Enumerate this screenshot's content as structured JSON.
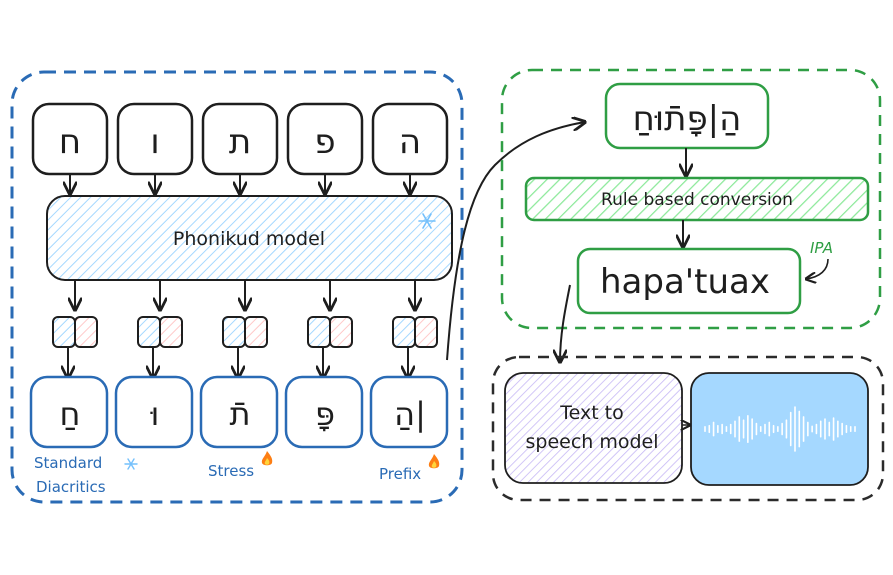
{
  "colors": {
    "blue_group": "#2a6bb5",
    "green_group": "#2f9e44",
    "dark_group": "#2b2b2b",
    "stroke": "#1e1e1e",
    "model_fill": "#a5d8ff",
    "rule_fill": "#b2f2bb",
    "tts_fill": "#d0bfff",
    "audio_fill": "#a5d8ff",
    "pink_hatch": "#ffc9c9"
  },
  "left_group": {
    "input_letters": [
      "ח",
      "ו",
      "ת",
      "פ",
      "ה"
    ],
    "model_label": "Phonikud model",
    "model_icon": "snowflake-icon",
    "output_letters": [
      "חַ",
      "וּ",
      "תֿ",
      "פָּ",
      "הַ|"
    ],
    "labels": {
      "standard": "Standard",
      "diacritics": "Diacritics",
      "standard_icon": "snowflake-icon",
      "stress": "Stress",
      "stress_icon": "fire-icon",
      "prefix": "Prefix",
      "prefix_icon": "fire-icon"
    }
  },
  "right_group": {
    "word": "הַ|פָּתֿוּחַ",
    "rule_label": "Rule based conversion",
    "ipa": "hapa'tuax",
    "ipa_tag": "IPA"
  },
  "tts_group": {
    "model_label_line1": "Text to",
    "model_label_line2": "speech model",
    "waveform_icon": "waveform-icon",
    "waveform": [
      0.1,
      0.15,
      0.3,
      0.15,
      0.2,
      0.1,
      0.2,
      0.35,
      0.55,
      0.4,
      0.6,
      0.45,
      0.25,
      0.1,
      0.2,
      0.3,
      0.15,
      0.1,
      0.25,
      0.4,
      0.75,
      1.0,
      0.8,
      0.55,
      0.3,
      0.12,
      0.2,
      0.35,
      0.45,
      0.3,
      0.5,
      0.35,
      0.25,
      0.15,
      0.1,
      0.1
    ]
  }
}
